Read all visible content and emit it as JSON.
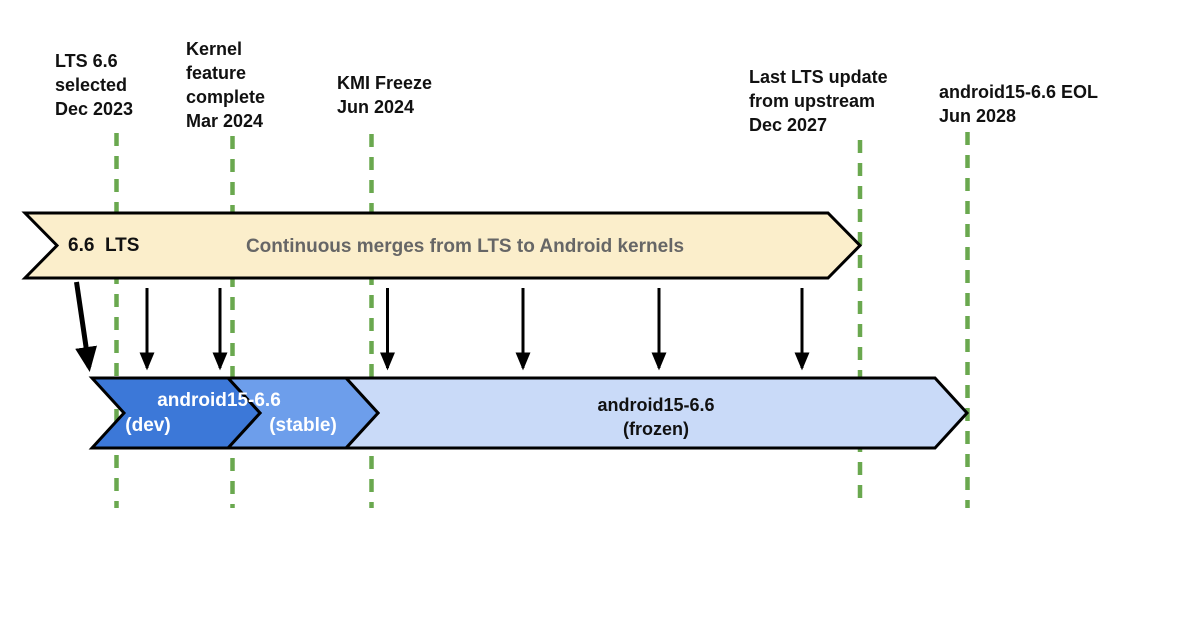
{
  "diagram": {
    "milestones": [
      {
        "lines": [
          "LTS 6.6",
          "selected",
          "Dec 2023"
        ]
      },
      {
        "lines": [
          "Kernel",
          "feature",
          "complete",
          "Mar 2024"
        ]
      },
      {
        "lines": [
          "KMI Freeze",
          "Jun 2024"
        ]
      },
      {
        "lines": [
          "Last LTS update",
          "from upstream",
          "Dec 2027"
        ]
      },
      {
        "lines": [
          "android15-6.6 EOL",
          "Jun 2028"
        ]
      }
    ],
    "lts_banner": {
      "version": "6.6  LTS",
      "description": "Continuous merges from LTS to Android kernels"
    },
    "branches": {
      "dev_stable_title": "android15-6.6",
      "dev_label": "(dev)",
      "stable_label": "(stable)",
      "frozen_title": "android15-6.6",
      "frozen_label": "(frozen)"
    },
    "colors": {
      "lts_fill": "#fbeecb",
      "dev_fill": "#3c78d8",
      "stable_fill": "#6d9eeb",
      "frozen_fill": "#c9daf8",
      "milestone_line_green": "#6aa84f",
      "outline_black": "#000000",
      "lts_description_text": "#666666"
    }
  }
}
